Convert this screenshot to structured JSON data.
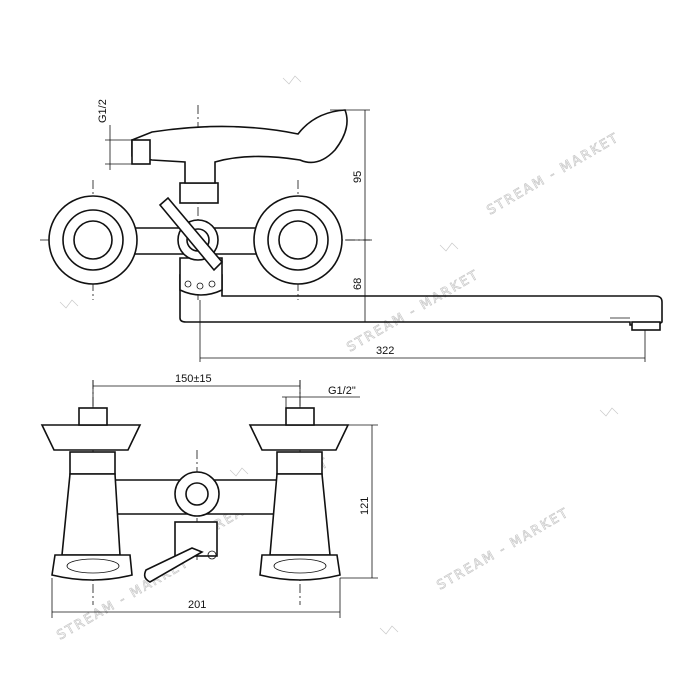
{
  "dimensions": {
    "top_inlet_thread": "G1/2",
    "top_height_upper": "95",
    "top_height_lower": "68",
    "top_spout_length": "322",
    "front_center_distance": "150±15",
    "front_inlet_thread": "G1/2\"",
    "front_height": "121",
    "front_width": "201"
  },
  "watermark": {
    "text": "STREAM - MARKET"
  }
}
